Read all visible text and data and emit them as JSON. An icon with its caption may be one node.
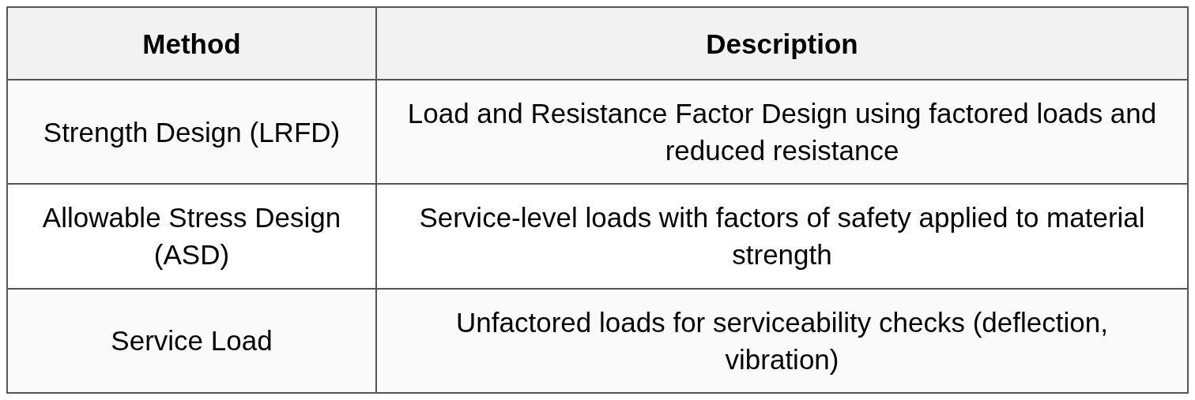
{
  "diagram": {
    "labels": [
      "Method",
      "Description",
      "Strength Design (LRFD)",
      "Load and Resistance Factor Design using factored loads and reduced resistance",
      "Allowable Stress Design (ASD)",
      "Service-level loads with factors of safety applied to material strength",
      "Service Load",
      "Unfactored loads for serviceability checks (deflection, vibration)"
    ]
  }
}
